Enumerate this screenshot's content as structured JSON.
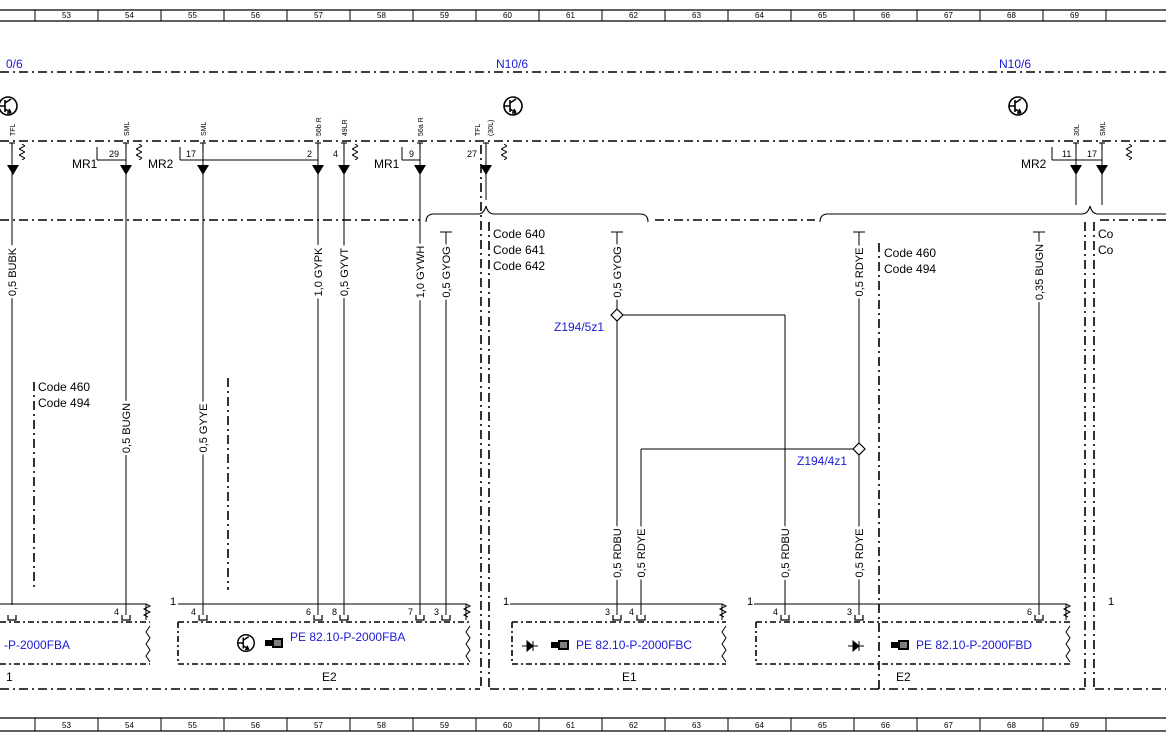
{
  "rulers": {
    "top": [
      "53",
      "54",
      "55",
      "56",
      "57",
      "58",
      "59",
      "60",
      "61",
      "62",
      "63",
      "64",
      "65",
      "66",
      "67",
      "68",
      "69"
    ],
    "bottom": [
      "53",
      "54",
      "55",
      "56",
      "57",
      "58",
      "59",
      "60",
      "61",
      "62",
      "63",
      "64",
      "65",
      "66",
      "67",
      "68",
      "69"
    ]
  },
  "module_labels": {
    "left": "0/6",
    "center": "N10/6",
    "right": "N10/6"
  },
  "ground_labels": {
    "mr1_a": "MR1",
    "mr2_a": "MR2",
    "mr1_b": "MR1",
    "mr2_b": "MR2"
  },
  "top_pins": [
    {
      "num": "29",
      "sig": "SML"
    },
    {
      "num": "17",
      "sig": "SML"
    },
    {
      "num": "2",
      "sig": "56b R"
    },
    {
      "num": "4",
      "sig": "49LR"
    },
    {
      "num": "9",
      "sig": "56a R"
    },
    {
      "num": "27",
      "sig": "TFL",
      "sig2": "(30L)"
    },
    {
      "num": "11",
      "sig": "30L"
    },
    {
      "num": "17",
      "sig": "SML"
    },
    {
      "num": "",
      "sig": "TFL"
    }
  ],
  "wires": [
    {
      "label": "0,5 BUBK"
    },
    {
      "label": "0,5 BUGN"
    },
    {
      "label": "0,5 GYYE"
    },
    {
      "label": "1,0 GYPK"
    },
    {
      "label": "0,5 GYVT"
    },
    {
      "label": "1,0 GYWH"
    },
    {
      "label": "0,5 GYOG"
    },
    {
      "label": "0,5 GYOG"
    },
    {
      "label": "0,5 RDYE"
    },
    {
      "label": "0,35 BUGN"
    },
    {
      "label": "0,5 RDBU"
    },
    {
      "label": "0,5 RDYE"
    },
    {
      "label": "0,5 RDBU"
    },
    {
      "label": "0,5 RDYE"
    }
  ],
  "code_blocks": [
    {
      "lines": [
        "Code 640",
        "Code 641",
        "Code 642"
      ]
    },
    {
      "lines": [
        "Code 460",
        "Code 494"
      ]
    },
    {
      "lines": [
        "Code 460",
        "Code 494"
      ]
    },
    {
      "lines": [
        "Co",
        "Co"
      ]
    }
  ],
  "splices": {
    "z194_5z1": "Z194/5z1",
    "z194_4z1": "Z194/4z1"
  },
  "bottom_pins": [
    "4",
    "4",
    "6",
    "8",
    "7",
    "3",
    "3",
    "4",
    "4",
    "3",
    "6"
  ],
  "connector_ones": [
    "1",
    "1",
    "1",
    "1"
  ],
  "refs": {
    "fba_left": "-P-2000FBA",
    "fba": "PE 82.10-P-2000FBA",
    "fbc": "PE 82.10-P-2000FBC",
    "fbd": "PE 82.10-P-2000FBD"
  },
  "components": {
    "e1": "E1",
    "e2_a": "E2",
    "e2_b": "E2",
    "left_one": "1"
  }
}
